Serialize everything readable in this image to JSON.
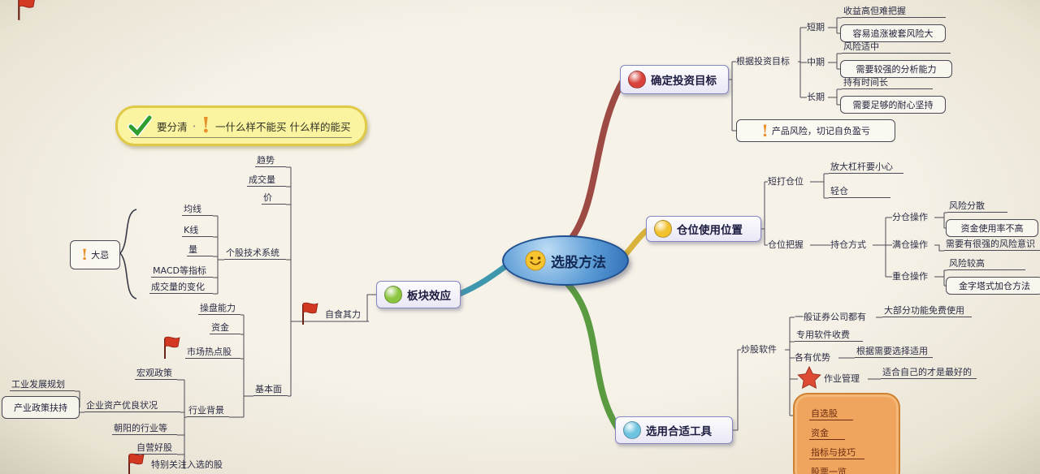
{
  "center": {
    "label": "选股方法"
  },
  "icons": {
    "exclamation": "!",
    "center": "smiley-icon",
    "b1": "red-sphere-icon",
    "b2": "yellow-sphere-icon",
    "b3": "blue-sphere-icon",
    "b4": "green-sphere-icon",
    "banner_check": "check-icon",
    "flag": "red-flag-icon",
    "star": "star-icon"
  },
  "colors": {
    "curve_b1": "#9e4a44",
    "curve_b2": "#d8b23a",
    "curve_b3": "#5a9a40",
    "curve_b4": "#3f97ad",
    "flag_red": "#d23822",
    "star_red": "#dd4b35",
    "banner_yellow": "#faf4a0",
    "cloud_orange": "#efa55e",
    "branch_border": "#8487c0"
  },
  "banner": {
    "check_label": "要分清",
    "separator": "·",
    "warning_text": "一什么样不能买  什么样的能买"
  },
  "b1": {
    "label": "确定投资目标",
    "group": "根据投资目标",
    "short": {
      "label": "短期",
      "note": "收益高但难把握",
      "box": "容易追涨被套风险大"
    },
    "mid": {
      "label": "中期",
      "note": "风险适中",
      "box": "需要较强的分析能力"
    },
    "long": {
      "label": "长期",
      "note": "持有时间长",
      "box": "需要足够的耐心坚持"
    },
    "warning": "产品风险，切记自负盈亏"
  },
  "b2": {
    "label": "仓位使用位置",
    "short": {
      "label": "短打仓位",
      "note1": "放大杠杆要小心",
      "note2": "轻仓"
    },
    "hold": {
      "label": "仓位把握",
      "mode": "持仓方式",
      "split": {
        "label": "分仓操作",
        "note": "风险分散",
        "box": "资金使用率不高"
      },
      "full": {
        "label": "满仓操作",
        "note": "需要有很强的风险意识"
      },
      "heavy": {
        "label": "重仓操作",
        "note": "风险较高",
        "box": "金字塔式加仓方法"
      }
    }
  },
  "b3": {
    "label": "选用合适工具",
    "software": {
      "label": "炒股软件",
      "r1a": "一般证券公司都有",
      "r1b": "大部分功能免费使用",
      "r2": "专用软件收费",
      "r3a": "各有优势",
      "r3b": "根据需要选择适用",
      "r4a": "作业管理",
      "r4b": "适合自己的才是最好的"
    },
    "cloud": {
      "items": [
        "自选股",
        "资金",
        "指标与技巧",
        "股票一览"
      ]
    }
  },
  "b4": {
    "label": "板块效应",
    "flag_node": "自食其力",
    "top_stack": [
      "趋势",
      "成交量",
      "价"
    ],
    "tech": {
      "label": "个股技术系统",
      "items": [
        "均线",
        "K线",
        "量",
        "MACD等指标",
        "成交量的变化"
      ],
      "taboo": "大忌"
    },
    "lower": {
      "ability": "操盘能力",
      "fund": "资金",
      "hot": "市场热点股",
      "hub": "基本面"
    },
    "industry": {
      "label": "行业背景",
      "macro": "宏观政策",
      "asset": "企业资产优良状况",
      "plan": "工业发展规划",
      "policy": "产业政策扶持",
      "sunrise": "朝阳的行业等",
      "good": "自营好股",
      "focus": "特别关注入选的股"
    }
  }
}
